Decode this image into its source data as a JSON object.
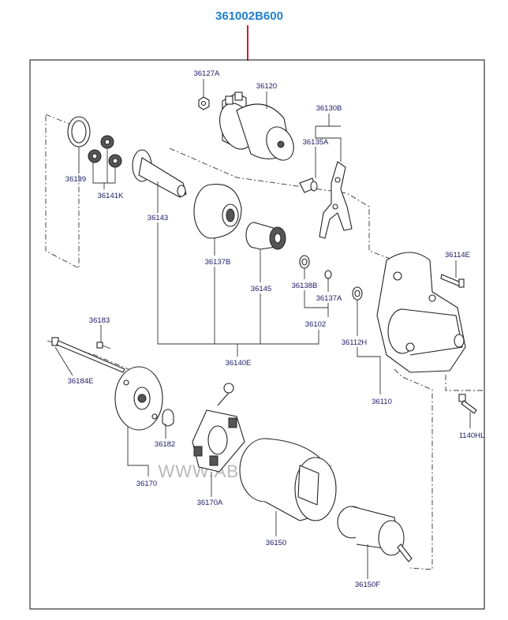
{
  "assembly_number": "361002B600",
  "watermark": "WWW.ABCPONLINE",
  "callouts": {
    "c36127A": "36127A",
    "c36120": "36120",
    "c36130B": "36130B",
    "c36135A": "36135A",
    "c36139": "36139",
    "c36141K": "36141K",
    "c36143": "36143",
    "c36137B": "36137B",
    "c36145": "36145",
    "c36138B": "36138B",
    "c36137A": "36137A",
    "c36102": "36102",
    "c36114E": "36114E",
    "c36183": "36183",
    "c36112H": "36112H",
    "c36140E": "36140E",
    "c36184E": "36184E",
    "c36110": "36110",
    "c36182": "36182",
    "c1140HL": "1140HL",
    "c36170": "36170",
    "c36170A": "36170A",
    "c36150": "36150",
    "c36150F": "36150F"
  },
  "colors": {
    "assembly_link": "#1f7fd0",
    "leader_red": "#d0202a",
    "callout_text": "#1a1a66"
  }
}
